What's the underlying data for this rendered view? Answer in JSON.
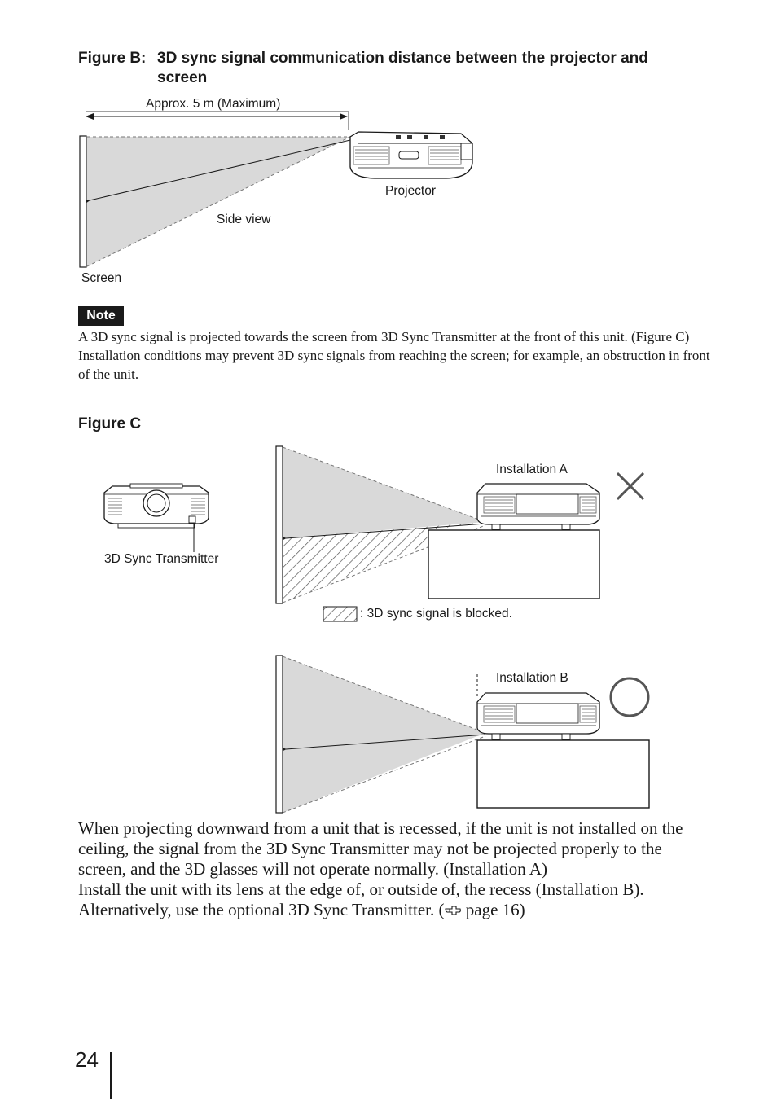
{
  "figure_b": {
    "label": "Figure B:",
    "title": "3D sync signal communication distance between the projector and screen",
    "distance_label": "Approx. 5 m (Maximum)",
    "projector_label": "Projector",
    "view_label": "Side view",
    "screen_label": "Screen"
  },
  "note": {
    "badge": "Note",
    "paragraphs": [
      "A 3D sync signal is projected towards the screen from 3D Sync Transmitter at the front of this unit. (Figure C)",
      "Installation conditions may prevent 3D sync signals from reaching the screen; for example, an obstruction in front of the unit."
    ]
  },
  "figure_c": {
    "label": "Figure C",
    "transmitter_label": "3D Sync Transmitter",
    "installation_a_label": "Installation A",
    "installation_b_label": "Installation B",
    "legend_text": ": 3D sync signal is blocked.",
    "mark_a_icon": "cross-mark-icon",
    "mark_b_icon": "circle-mark-icon"
  },
  "body": {
    "paragraphs": [
      "When projecting downward from a unit that is recessed, if the unit is not installed on the ceiling, the signal from the 3D Sync Transmitter may not be projected properly to the screen, and the 3D glasses will not operate normally. (Installation A)",
      "Install the unit with its lens at the edge of, or outside of, the recess (Installation B). Alternatively, use the optional 3D Sync Transmitter. ("
    ],
    "page_ref": " page 16)",
    "reference_icon": "page-reference-icon"
  },
  "page_number": "24"
}
